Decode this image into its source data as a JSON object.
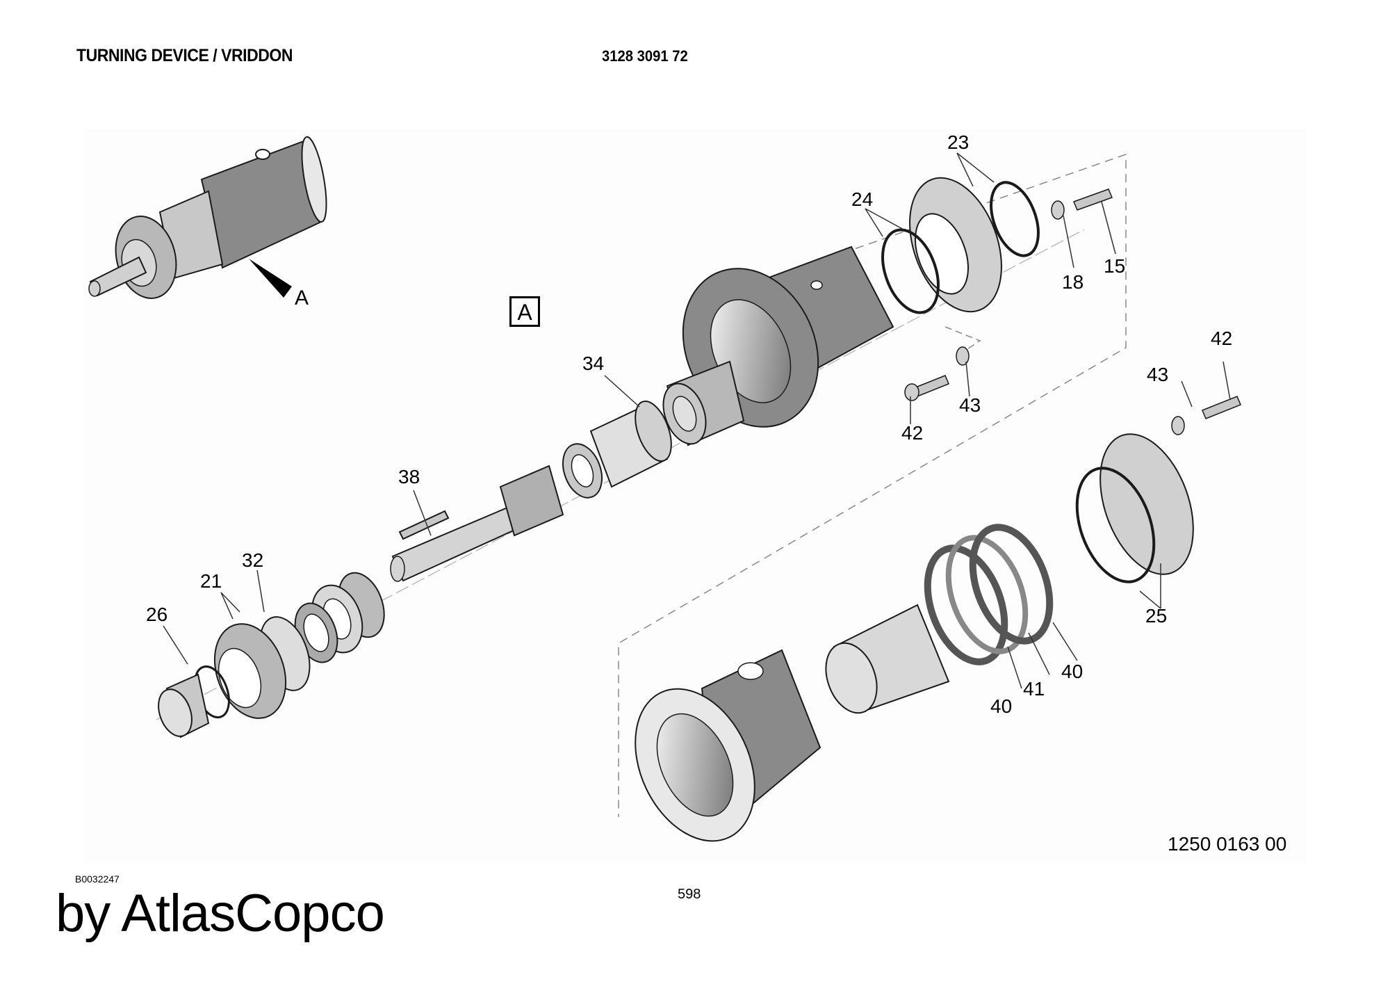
{
  "header": {
    "title": "TURNING DEVICE / VRIDDON",
    "part_number": "3128 3091 72"
  },
  "diagram": {
    "overview_view_label": "A",
    "detail_view_box_label": "A",
    "drawing_number": "1250 0163 00",
    "image_id": "B0032247",
    "callouts": [
      {
        "id": "23",
        "label": "23"
      },
      {
        "id": "24",
        "label": "24"
      },
      {
        "id": "18",
        "label": "18"
      },
      {
        "id": "15",
        "label": "15"
      },
      {
        "id": "42a",
        "label": "42"
      },
      {
        "id": "43a",
        "label": "43"
      },
      {
        "id": "42b",
        "label": "42"
      },
      {
        "id": "43b",
        "label": "43"
      },
      {
        "id": "34",
        "label": "34"
      },
      {
        "id": "38",
        "label": "38"
      },
      {
        "id": "32",
        "label": "32"
      },
      {
        "id": "21",
        "label": "21"
      },
      {
        "id": "26",
        "label": "26"
      },
      {
        "id": "25",
        "label": "25"
      },
      {
        "id": "40a",
        "label": "40"
      },
      {
        "id": "41",
        "label": "41"
      },
      {
        "id": "40b",
        "label": "40"
      }
    ],
    "colors": {
      "housing_dark": "#8a8a8a",
      "part_light": "#d6d6d6",
      "part_mid": "#b4b4b4",
      "outline": "#1a1a1a"
    }
  },
  "footer": {
    "page_number": "598",
    "brand": "by AtlasCopco"
  }
}
